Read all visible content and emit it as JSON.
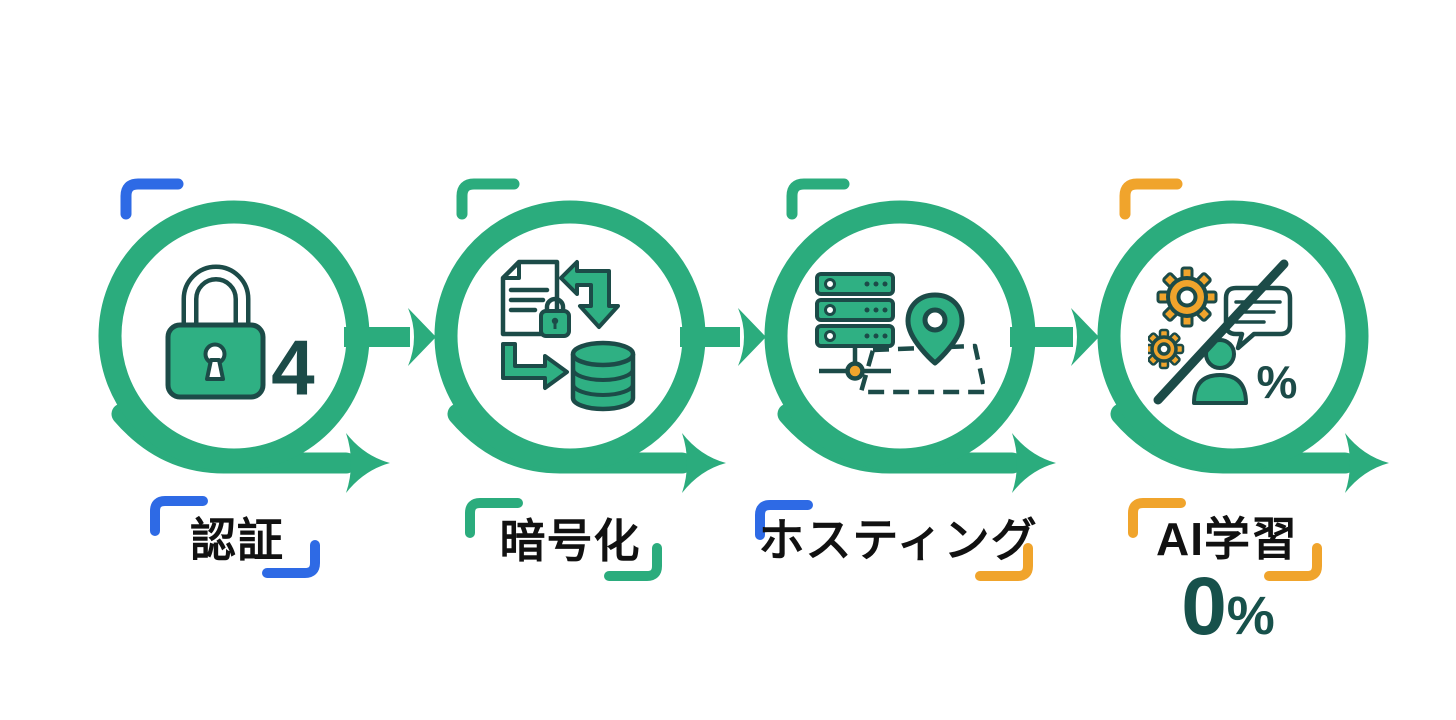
{
  "background_color": "#FFFFFF",
  "palette": {
    "green": "#2BAC7D",
    "icon_green": "#2FB083",
    "dark_teal": "#1C4B48",
    "blue": "#2E6AE5",
    "orange": "#F0A42C",
    "label_text": "#111111",
    "value_text": "#17514B"
  },
  "diagram": {
    "type": "process-flow",
    "direction": "left-to-right",
    "steps": [
      {
        "label": "認証",
        "icon": "padlock-icon",
        "badge": "4",
        "circle_bracket_color": "#2E6AE5",
        "label_bracket_top_color": "#2E6AE5",
        "label_bracket_bottom_color": "#2E6AE5"
      },
      {
        "label": "暗号化",
        "icon": "document-encryption-database-icon",
        "circle_bracket_color": "#2BAC7D",
        "label_bracket_top_color": "#2BAC7D",
        "label_bracket_bottom_color": "#2BAC7D"
      },
      {
        "label": "ホスティング",
        "icon": "server-location-map-icon",
        "circle_bracket_color": "#2BAC7D",
        "label_bracket_top_color": "#2E6AE5",
        "label_bracket_bottom_color": "#F0A42C"
      },
      {
        "label": "AI学習",
        "icon": "no-ai-training-icon",
        "percent_mark": "%",
        "value_number": "0",
        "value_unit": "%",
        "circle_bracket_color": "#F0A42C",
        "label_bracket_top_color": "#F0A42C",
        "label_bracket_bottom_color": "#F0A42C"
      }
    ]
  }
}
